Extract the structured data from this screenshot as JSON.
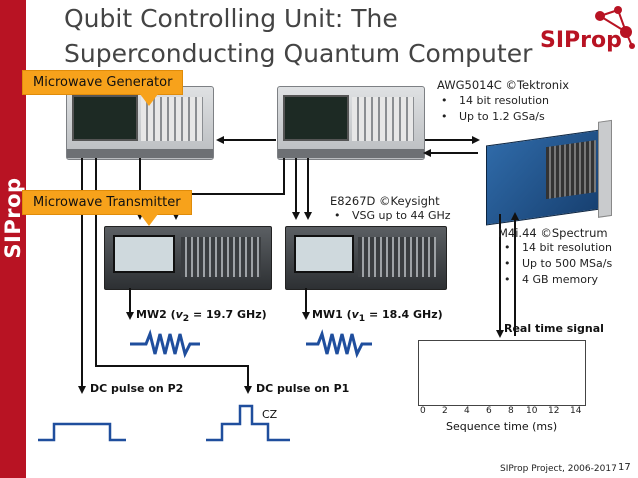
{
  "slide": {
    "title_line1": "Qubit Controlling Unit: The",
    "title_line2": "Superconducting Quantum Computer",
    "side_brand": "SIProp",
    "logo_text": "SIProp",
    "colors": {
      "brand_red": "#b81323",
      "callout_orange": "#f7a21b",
      "wire": "#111111",
      "pulse_blue": "#1f4e9d"
    }
  },
  "callouts": {
    "generator": "Microwave Generator",
    "transmitter": "Microwave Transmitter"
  },
  "awg": {
    "name": "AWG5014C ©Tektronix",
    "specs": [
      "14 bit resolution",
      "Up to 1.2 GSa/s"
    ]
  },
  "vsg": {
    "name": "E8267D ©Keysight",
    "specs": [
      "VSG up to 44 GHz"
    ]
  },
  "digitizer": {
    "name": "M4i.44 ©Spectrum",
    "specs": [
      "14 bit resolution",
      "Up to 500 MSa/s",
      "4 GB memory"
    ]
  },
  "signals": {
    "mw2": {
      "pre": "MW2 (",
      "nu": "v",
      "sub": "2",
      "post": " = 19.7 GHz)"
    },
    "mw1": {
      "pre": "MW1 (",
      "nu": "v",
      "sub": "1",
      "post": " = 18.4 GHz)"
    },
    "dc_p2": "DC pulse on P2",
    "dc_p1": "DC pulse on P1",
    "cz": "CZ"
  },
  "realtime_plot": {
    "title": "Real time signal",
    "xlabel": "Sequence time (ms)",
    "xticks": [
      "0",
      "2",
      "4",
      "6",
      "8",
      "10",
      "12",
      "14"
    ]
  },
  "footer": {
    "text": "SIProp Project, 2006-2017",
    "page": "17"
  },
  "icons": [
    "awg-instrument-icon",
    "signal-generator-icon",
    "digitizer-card-icon",
    "microwave-wave-icon",
    "dc-pulse-icon"
  ]
}
